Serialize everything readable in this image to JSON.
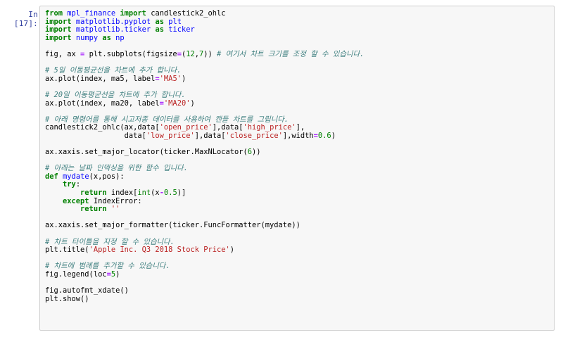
{
  "prompt": "In [17]:",
  "code": [
    [
      {
        "t": "k",
        "v": "from"
      },
      {
        "t": "p",
        "v": " "
      },
      {
        "t": "nm",
        "v": "mpl_finance"
      },
      {
        "t": "p",
        "v": " "
      },
      {
        "t": "k",
        "v": "import"
      },
      {
        "t": "p",
        "v": " candlestick2_ohlc"
      }
    ],
    [
      {
        "t": "k",
        "v": "import"
      },
      {
        "t": "p",
        "v": " "
      },
      {
        "t": "nm",
        "v": "matplotlib.pyplot"
      },
      {
        "t": "p",
        "v": " "
      },
      {
        "t": "k",
        "v": "as"
      },
      {
        "t": "p",
        "v": " "
      },
      {
        "t": "nm",
        "v": "plt"
      }
    ],
    [
      {
        "t": "k",
        "v": "import"
      },
      {
        "t": "p",
        "v": " "
      },
      {
        "t": "nm",
        "v": "matplotlib.ticker"
      },
      {
        "t": "p",
        "v": " "
      },
      {
        "t": "k",
        "v": "as"
      },
      {
        "t": "p",
        "v": " "
      },
      {
        "t": "nm",
        "v": "ticker"
      }
    ],
    [
      {
        "t": "k",
        "v": "import"
      },
      {
        "t": "p",
        "v": " "
      },
      {
        "t": "nm",
        "v": "numpy"
      },
      {
        "t": "p",
        "v": " "
      },
      {
        "t": "k",
        "v": "as"
      },
      {
        "t": "p",
        "v": " "
      },
      {
        "t": "nm",
        "v": "np"
      }
    ],
    [],
    [
      {
        "t": "p",
        "v": "fig, ax "
      },
      {
        "t": "o",
        "v": "="
      },
      {
        "t": "p",
        "v": " plt.subplots(figsize"
      },
      {
        "t": "o",
        "v": "="
      },
      {
        "t": "p",
        "v": "("
      },
      {
        "t": "n",
        "v": "12"
      },
      {
        "t": "p",
        "v": ","
      },
      {
        "t": "n",
        "v": "7"
      },
      {
        "t": "p",
        "v": ")) "
      },
      {
        "t": "c",
        "v": "# 여기서 차트 크기를 조정 할 수 있습니다."
      }
    ],
    [],
    [
      {
        "t": "c",
        "v": "# 5일 이동평균선을 차트에 추가 합니다."
      }
    ],
    [
      {
        "t": "p",
        "v": "ax.plot(index, ma5, label"
      },
      {
        "t": "o",
        "v": "="
      },
      {
        "t": "s",
        "v": "'MA5'"
      },
      {
        "t": "p",
        "v": ")"
      }
    ],
    [],
    [
      {
        "t": "c",
        "v": "# 20일 이동평균선을 차트에 추가 합니다."
      }
    ],
    [
      {
        "t": "p",
        "v": "ax.plot(index, ma20, label"
      },
      {
        "t": "o",
        "v": "="
      },
      {
        "t": "s",
        "v": "'MA20'"
      },
      {
        "t": "p",
        "v": ")"
      }
    ],
    [],
    [
      {
        "t": "c",
        "v": "# 아래 명령어를 통해 시고저종 데이터를 사용하여 캔들 차트를 그립니다."
      }
    ],
    [
      {
        "t": "p",
        "v": "candlestick2_ohlc(ax,data["
      },
      {
        "t": "s",
        "v": "'open_price'"
      },
      {
        "t": "p",
        "v": "],data["
      },
      {
        "t": "s",
        "v": "'high_price'"
      },
      {
        "t": "p",
        "v": "],"
      }
    ],
    [
      {
        "t": "p",
        "v": "                  data["
      },
      {
        "t": "s",
        "v": "'low_price'"
      },
      {
        "t": "p",
        "v": "],data["
      },
      {
        "t": "s",
        "v": "'close_price'"
      },
      {
        "t": "p",
        "v": "],width"
      },
      {
        "t": "o",
        "v": "="
      },
      {
        "t": "n",
        "v": "0.6"
      },
      {
        "t": "p",
        "v": ")"
      }
    ],
    [],
    [
      {
        "t": "p",
        "v": "ax.xaxis.set_major_locator(ticker.MaxNLocator("
      },
      {
        "t": "n",
        "v": "6"
      },
      {
        "t": "p",
        "v": "))"
      }
    ],
    [],
    [
      {
        "t": "c",
        "v": "# 아래는 날짜 인덱싱을 위한 함수 입니다."
      }
    ],
    [
      {
        "t": "k",
        "v": "def"
      },
      {
        "t": "p",
        "v": " "
      },
      {
        "t": "fn",
        "v": "mydate"
      },
      {
        "t": "p",
        "v": "(x,pos):"
      }
    ],
    [
      {
        "t": "p",
        "v": "    "
      },
      {
        "t": "k",
        "v": "try"
      },
      {
        "t": "p",
        "v": ":"
      }
    ],
    [
      {
        "t": "p",
        "v": "        "
      },
      {
        "t": "k",
        "v": "return"
      },
      {
        "t": "p",
        "v": " index["
      },
      {
        "t": "n",
        "v": "int"
      },
      {
        "t": "p",
        "v": "(x"
      },
      {
        "t": "o",
        "v": "-"
      },
      {
        "t": "n",
        "v": "0.5"
      },
      {
        "t": "p",
        "v": ")]"
      }
    ],
    [
      {
        "t": "p",
        "v": "    "
      },
      {
        "t": "k",
        "v": "except"
      },
      {
        "t": "p",
        "v": " IndexError:"
      }
    ],
    [
      {
        "t": "p",
        "v": "        "
      },
      {
        "t": "k",
        "v": "return"
      },
      {
        "t": "p",
        "v": " "
      },
      {
        "t": "s",
        "v": "''"
      }
    ],
    [],
    [
      {
        "t": "p",
        "v": "ax.xaxis.set_major_formatter(ticker.FuncFormatter(mydate))"
      }
    ],
    [],
    [
      {
        "t": "c",
        "v": "# 차트 타이틀을 지정 할 수 있습니다."
      }
    ],
    [
      {
        "t": "p",
        "v": "plt.title("
      },
      {
        "t": "s",
        "v": "'Apple Inc. Q3 2018 Stock Price'"
      },
      {
        "t": "p",
        "v": ")"
      }
    ],
    [],
    [
      {
        "t": "c",
        "v": "# 차트에 범례를 추가할 수 있습니다."
      }
    ],
    [
      {
        "t": "p",
        "v": "fig.legend(loc"
      },
      {
        "t": "o",
        "v": "="
      },
      {
        "t": "n",
        "v": "5"
      },
      {
        "t": "p",
        "v": ")"
      }
    ],
    [],
    [
      {
        "t": "p",
        "v": "fig.autofmt_xdate()"
      }
    ],
    [
      {
        "t": "p",
        "v": "plt.show()"
      }
    ]
  ]
}
